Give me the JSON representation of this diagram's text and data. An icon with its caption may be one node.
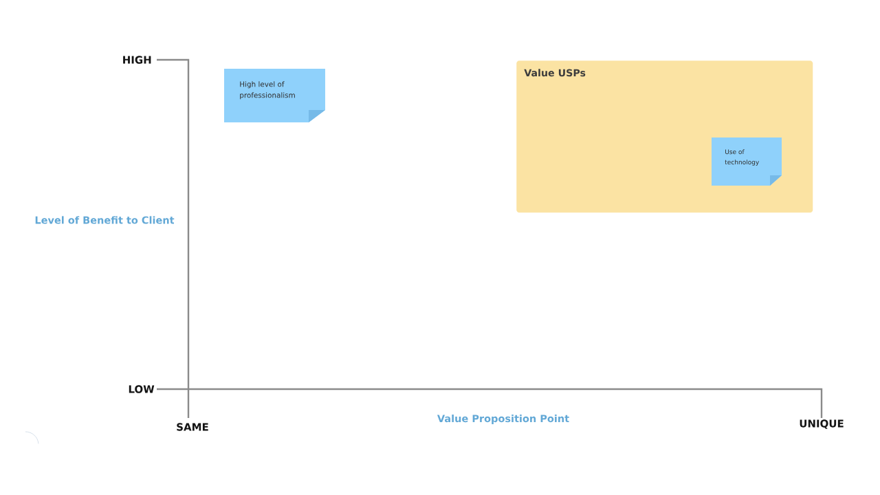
{
  "diagram": {
    "nodes": [
      {
        "text": [
          "High level of professionalism"
        ]
      },
      {
        "text": [
          "Value USPs"
        ]
      },
      {
        "text": [
          "Use of technology"
        ],
        "in": 1
      }
    ],
    "labels": [
      "HIGH",
      "Level of Benefit to Client",
      "LOW",
      "SAME",
      "Value Proposition Point",
      "UNIQUE"
    ]
  }
}
